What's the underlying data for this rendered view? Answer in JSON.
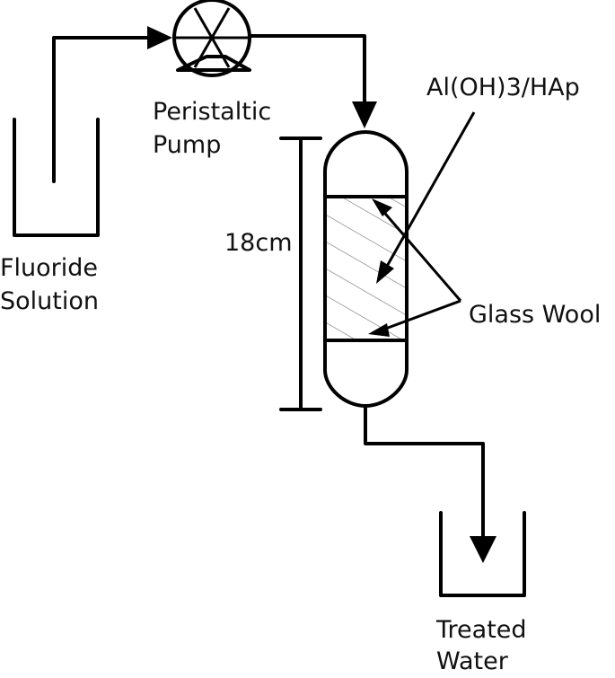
{
  "labels": {
    "fluoride_line1": "Fluoride",
    "fluoride_line2": "Solution",
    "pump_line1": "Peristaltic",
    "pump_line2": "Pump",
    "adsorbent": "Al(OH)3/HAp",
    "height": "18cm",
    "glass_wool": "Glass Wool",
    "treated_line1": "Treated",
    "treated_line2": "Water"
  },
  "icons": {
    "pump": "peristaltic-pump-icon",
    "feed_beaker": "beaker-icon",
    "outlet_beaker": "beaker-icon",
    "column": "packed-column-icon"
  },
  "colors": {
    "line": "#000000",
    "hatch": "#7a7a7a",
    "text": "#111111"
  }
}
